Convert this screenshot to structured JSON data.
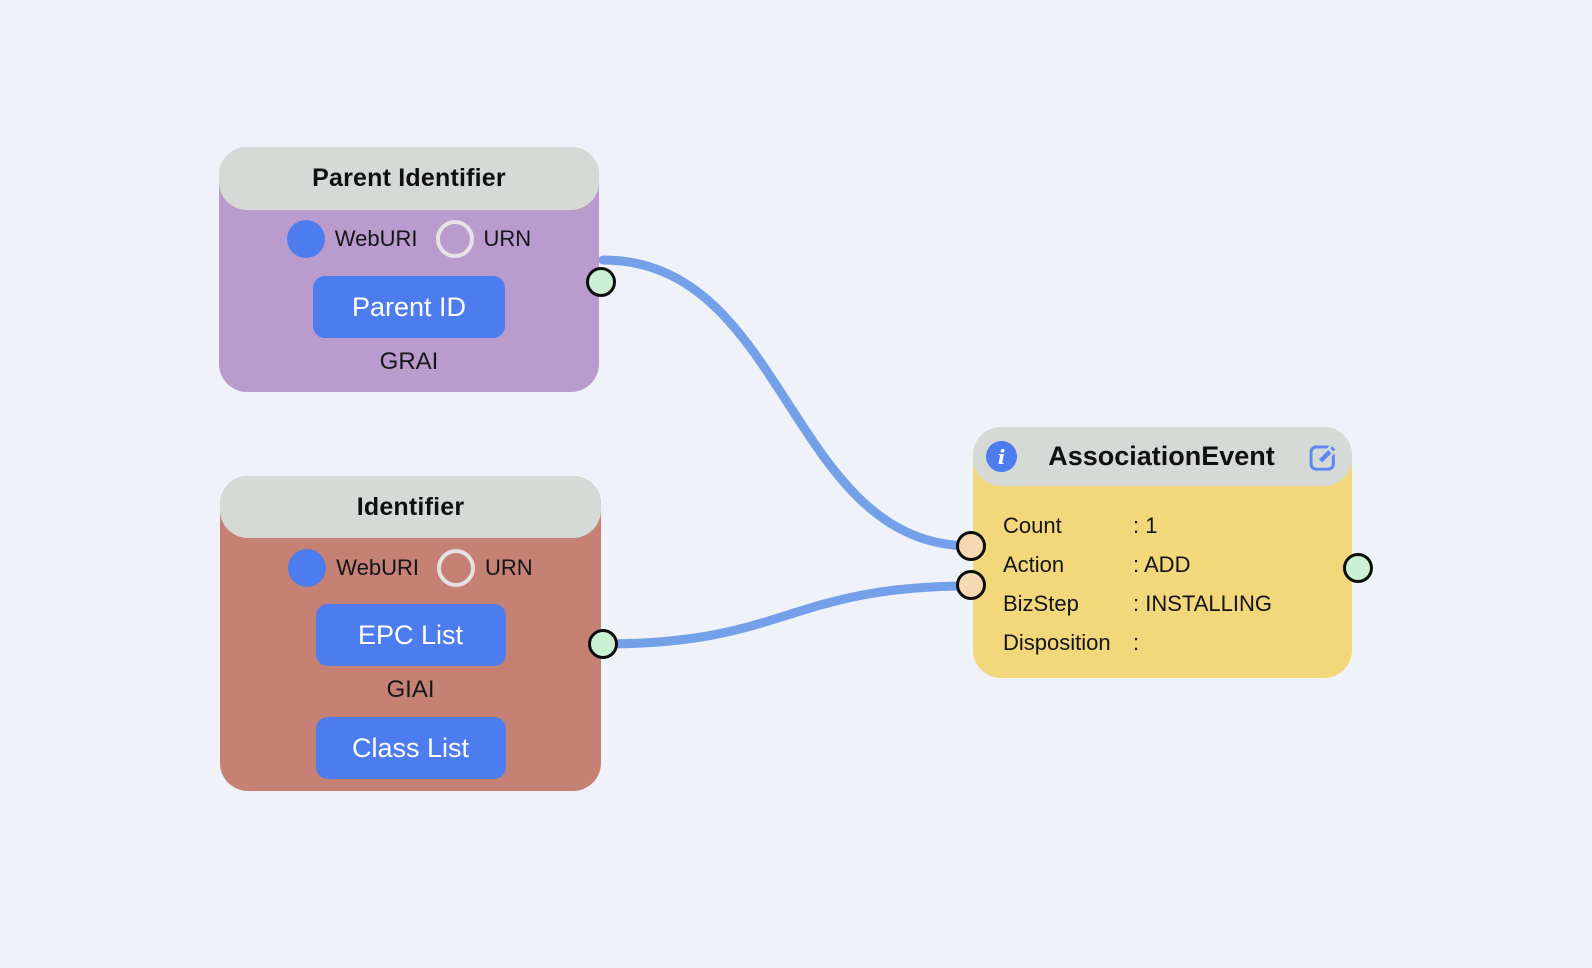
{
  "colors": {
    "background": "#eff2f9",
    "node_header_gray": "#d6dad6",
    "parent_identifier_body": "#b99ccd",
    "identifier_body": "#c48174",
    "association_event_body": "#f2d77b",
    "primary_blue": "#4c7cee",
    "edge_blue": "#74a0ea",
    "source_handle_green": "#cbf0d3",
    "target_handle_orange": "#f6d8b1"
  },
  "nodes": {
    "parent_identifier": {
      "title": "Parent Identifier",
      "radios": [
        {
          "label": "WebURI",
          "selected": true
        },
        {
          "label": "URN",
          "selected": false
        }
      ],
      "button_label": "Parent ID",
      "caption": "GRAI"
    },
    "identifier": {
      "title": "Identifier",
      "radios": [
        {
          "label": "WebURI",
          "selected": true
        },
        {
          "label": "URN",
          "selected": false
        }
      ],
      "epc_button_label": "EPC List",
      "caption": "GIAI",
      "class_button_label": "Class List"
    },
    "association_event": {
      "title": "AssociationEvent",
      "info_glyph": "i",
      "fields": [
        {
          "label": "Count",
          "value": ": 1"
        },
        {
          "label": "Action",
          "value": ": ADD"
        },
        {
          "label": "BizStep",
          "value": ": INSTALLING"
        },
        {
          "label": "Disposition",
          "value": ":"
        }
      ]
    }
  }
}
